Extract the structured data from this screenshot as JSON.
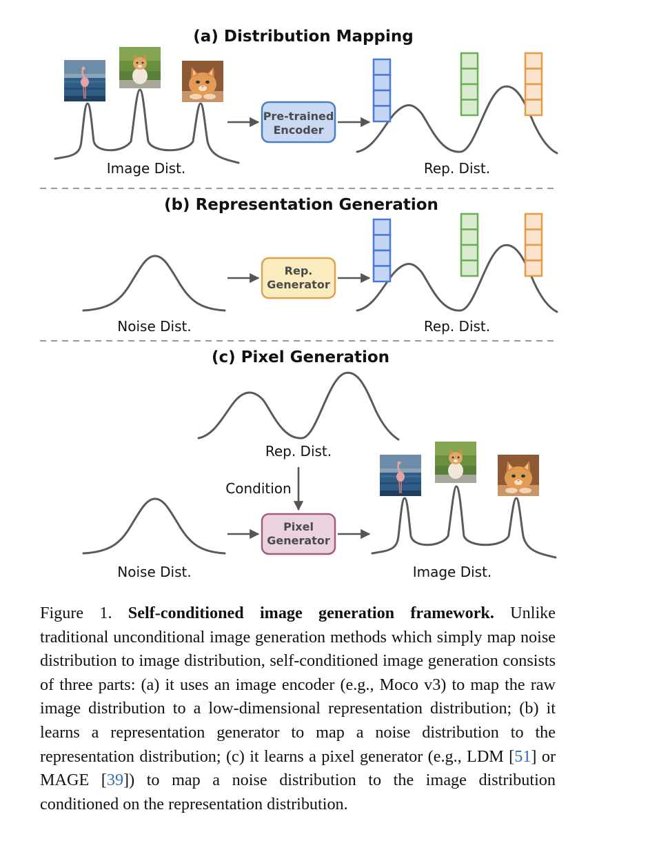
{
  "panels": {
    "a": {
      "title": "(a) Distribution Mapping",
      "left_label": "Image Dist.",
      "box_line1": "Pre-trained",
      "box_line2": "Encoder",
      "right_label": "Rep. Dist."
    },
    "b": {
      "title": "(b) Representation Generation",
      "left_label": "Noise Dist.",
      "box_line1": "Rep.",
      "box_line2": "Generator",
      "right_label": "Rep. Dist."
    },
    "c": {
      "title": "(c) Pixel Generation",
      "top_label": "Rep. Dist.",
      "condition_label": "Condition",
      "left_label": "Noise Dist.",
      "box_line1": "Pixel",
      "box_line2": "Generator",
      "right_label": "Image Dist."
    }
  },
  "images": [
    "flamingo",
    "kitten-on-grass",
    "kitten-lying"
  ],
  "colors": {
    "encoder_fill": "#c9d9f3",
    "encoder_stroke": "#4a7fc1",
    "rep_gen_fill": "#fbecc0",
    "rep_gen_stroke": "#dda24d",
    "pixel_gen_fill": "#ead3de",
    "pixel_gen_stroke": "#a55a7e",
    "token_blue": "#5b86dd",
    "token_green": "#6aae55",
    "token_orange": "#e69b45"
  },
  "caption": {
    "prefix": "Figure 1. ",
    "bold": "Self-conditioned image generation framework.",
    "text1": " Unlike traditional unconditional image generation methods which simply map noise distribution to image distribution, self-conditioned image generation consists of three parts: (a) it uses an image encoder (e.g., Moco v3) to map the raw image distribution to a low-dimensional representation distribution; (b) it learns a representation generator to map a noise distribution to the representation distribution; (c) it learns a pixel generator (e.g., LDM [",
    "cite1": "51",
    "text2": "] or MAGE [",
    "cite2": "39",
    "text3": "]) to map a noise distribution to the image distribution conditioned on the representation distribution."
  }
}
